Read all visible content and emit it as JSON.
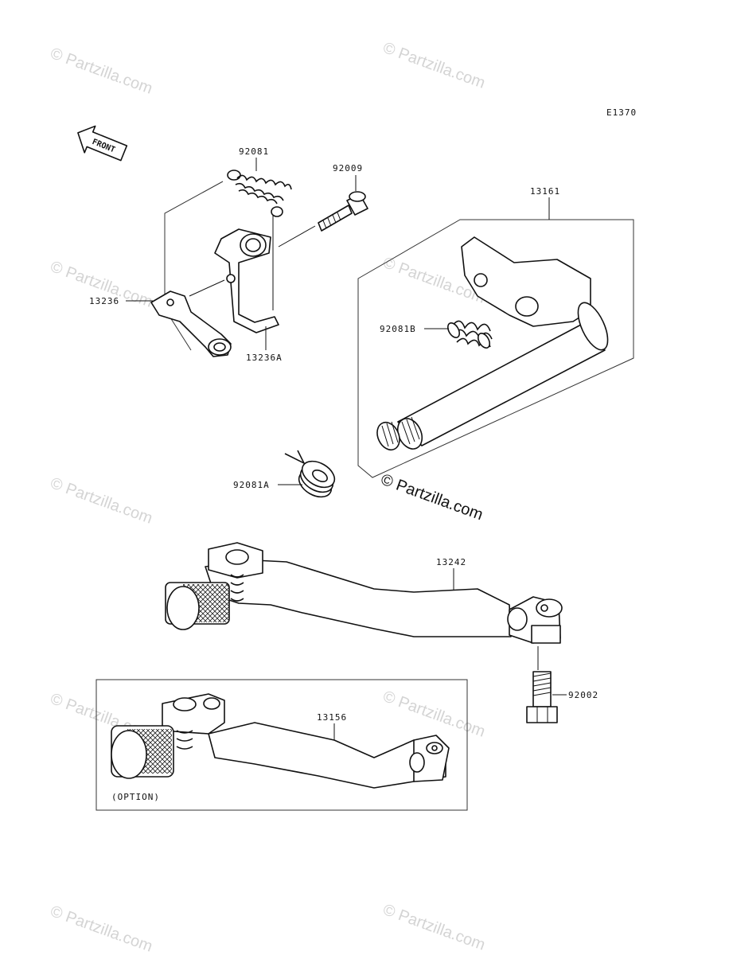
{
  "diagram_code": "E1370",
  "front_arrow_label": "FRONT",
  "watermark_text": "© Partzilla.com",
  "center_watermark_text": "© Partzilla.com",
  "option_label": "(OPTION)",
  "colors": {
    "line": "#111111",
    "watermark": "#d4d4d4",
    "background": "#ffffff"
  },
  "parts": {
    "spring_92081": "92081",
    "bolt_92009": "92009",
    "shift_shaft_13161": "13161",
    "arm_13236": "13236",
    "plate_13236a": "13236A",
    "spring_92081b": "92081B",
    "spring_92081a": "92081A",
    "pedal_13242": "13242",
    "bolt_92002": "92002",
    "pedal_option_13156": "13156"
  }
}
